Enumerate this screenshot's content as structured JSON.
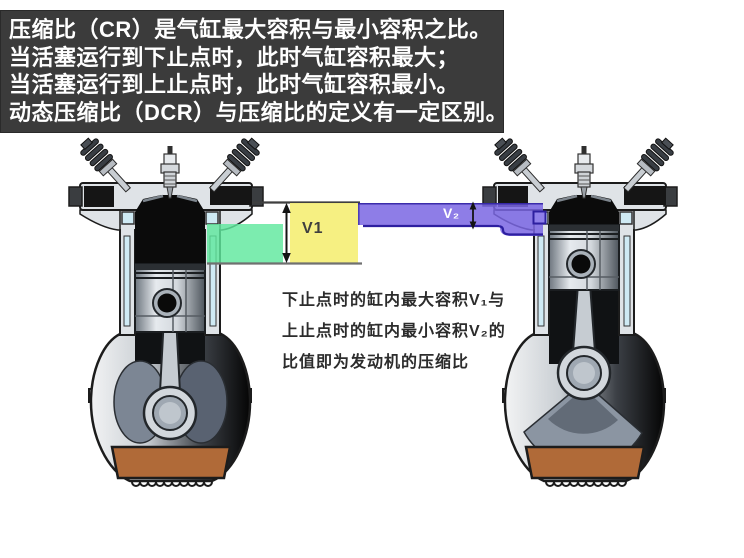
{
  "header": {
    "bg": "#3b3b3b",
    "fg": "#ffffff",
    "lines": [
      "压缩比（CR）是气缸最大容积与最小容积之比。",
      "当活塞运行到下止点时，此时气缸容积最大；",
      "当活塞运行到上止点时，此时气缸容积最小。",
      "动态压缩比（DCR）与压缩比的定义有一定区别。"
    ]
  },
  "caption": {
    "fg": "#2c2c2c",
    "lines": [
      "下止点时的缸内最大容积V₁与",
      "上止点时的缸内最小容积V₂的",
      "比值即为发动机的压缩比"
    ]
  },
  "labels": {
    "v1": "V1",
    "v2": "V₂"
  },
  "colors": {
    "v1_total_highlight": "#f5ef7b",
    "v1_cylinder_highlight": "#5fe89e",
    "v2_highlight": "#7a66e3",
    "v2_highlight_light": "#8f80ea",
    "v2_outline": "#2d1fa0",
    "arrow": "#141414",
    "engine_light": "#dfe3e7",
    "engine_mid": "#9aa4ae",
    "engine_dark": "#111111",
    "coolant": "#cfeaf4",
    "oil_sump": "#b06a38"
  }
}
